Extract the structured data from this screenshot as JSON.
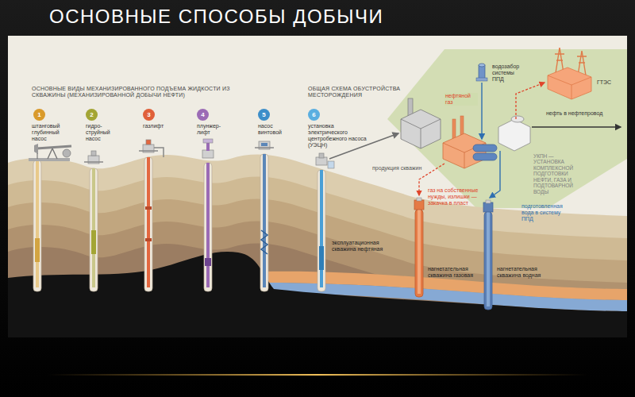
{
  "diagram": {
    "title": "ОСНОВНЫЕ СПОСОБЫ ДОБЫЧИ",
    "nodes": [
      {
        "text": [
          "1"
        ]
      },
      {
        "text": [
          "2"
        ]
      },
      {
        "text": [
          "3"
        ]
      },
      {
        "text": [
          "4"
        ]
      },
      {
        "text": [
          "5"
        ]
      },
      {
        "text": [
          "6"
        ]
      }
    ],
    "labels": [
      "ОСНОВНЫЕ ВИДЫ МЕХАНИЗИРОВАННОГО ПОДЪЕМА ЖИДКОСТИ ИЗ СКВАЖИНЫ (МЕХАНИЗИРОВАННОЙ ДОБЫЧИ НЕФТИ)",
      "штанговый глубинный насос",
      "гидро-струйный насос",
      "газлифт",
      "плунжер-лифт",
      "насос винтовой",
      "установка электрического центробежного насоса (УЭЦН)",
      "ОБЩАЯ СХЕМА ОБУСТРОЙСТВА МЕСТОРОЖДЕНИЯ",
      "водозабор системы ППД",
      "ГТЭС",
      "нефтяной газ",
      "нефть в нефтепровод",
      "УКПН — УСТАНОВКА КОМПЛЕКСНОЙ ПОДГОТОВКИ НЕФТИ, ГАЗА И ПОДТОВАРНОЙ ВОДЫ",
      "продукция скважин",
      "газ на собственные нужды, излишки — закачка в пласт",
      "подготовленная вода в систему ППД",
      "эксплуатационная скважина нефтяная",
      "нагнетательная скважина газовая",
      "нагнетательная скважина водная"
    ]
  }
}
